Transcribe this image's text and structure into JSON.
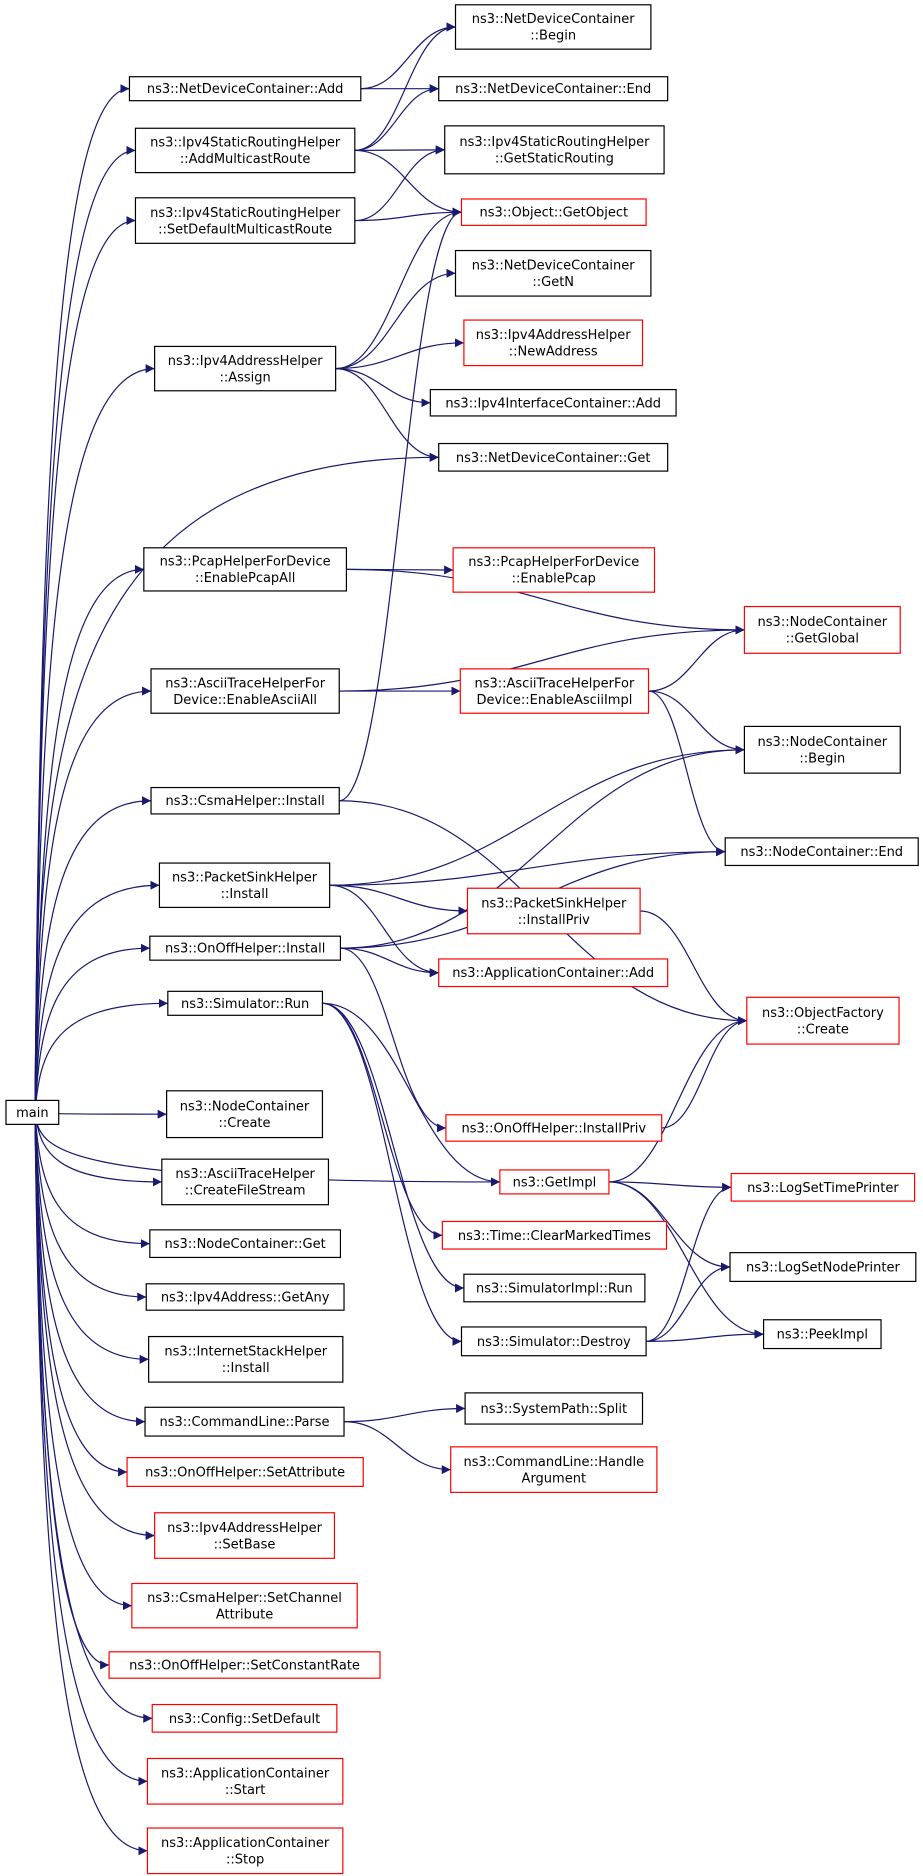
{
  "colors": {
    "edge": "#191970",
    "defined_border": "#000000",
    "external_border": "#ff0000",
    "root_fill": "#bfbfbf"
  },
  "nodes": {
    "main": {
      "lines": [
        "main"
      ],
      "kind": "root"
    },
    "ndc_add": {
      "lines": [
        "ns3::NetDeviceContainer::Add"
      ],
      "kind": "defined"
    },
    "ndc_begin": {
      "lines": [
        "ns3::NetDeviceContainer",
        "::Begin"
      ],
      "kind": "defined"
    },
    "ndc_end": {
      "lines": [
        "ns3::NetDeviceContainer::End"
      ],
      "kind": "defined"
    },
    "isrh_addmc": {
      "lines": [
        "ns3::Ipv4StaticRoutingHelper",
        "::AddMulticastRoute"
      ],
      "kind": "defined"
    },
    "isrh_getsr": {
      "lines": [
        "ns3::Ipv4StaticRoutingHelper",
        "::GetStaticRouting"
      ],
      "kind": "defined"
    },
    "obj_getobj": {
      "lines": [
        "ns3::Object::GetObject"
      ],
      "kind": "external"
    },
    "isrh_setdef": {
      "lines": [
        "ns3::Ipv4StaticRoutingHelper",
        "::SetDefaultMulticastRoute"
      ],
      "kind": "defined"
    },
    "ndc_getn": {
      "lines": [
        "ns3::NetDeviceContainer",
        "::GetN"
      ],
      "kind": "defined"
    },
    "iah_assign": {
      "lines": [
        "ns3::Ipv4AddressHelper",
        "::Assign"
      ],
      "kind": "defined"
    },
    "iah_newaddr": {
      "lines": [
        "ns3::Ipv4AddressHelper",
        "::NewAddress"
      ],
      "kind": "external"
    },
    "iic_add": {
      "lines": [
        "ns3::Ipv4InterfaceContainer::Add"
      ],
      "kind": "defined"
    },
    "ndc_get": {
      "lines": [
        "ns3::NetDeviceContainer::Get"
      ],
      "kind": "defined"
    },
    "phfd_all": {
      "lines": [
        "ns3::PcapHelperForDevice",
        "::EnablePcapAll"
      ],
      "kind": "defined"
    },
    "phfd_pcap": {
      "lines": [
        "ns3::PcapHelperForDevice",
        "::EnablePcap"
      ],
      "kind": "external"
    },
    "nc_global": {
      "lines": [
        "ns3::NodeContainer",
        "::GetGlobal"
      ],
      "kind": "external"
    },
    "athfd_all": {
      "lines": [
        "ns3::AsciiTraceHelperFor",
        "Device::EnableAsciiAll"
      ],
      "kind": "defined"
    },
    "athfd_impl": {
      "lines": [
        "ns3::AsciiTraceHelperFor",
        "Device::EnableAsciiImpl"
      ],
      "kind": "external"
    },
    "nc_begin": {
      "lines": [
        "ns3::NodeContainer",
        "::Begin"
      ],
      "kind": "defined"
    },
    "csma_install": {
      "lines": [
        "ns3::CsmaHelper::Install"
      ],
      "kind": "defined"
    },
    "nc_end": {
      "lines": [
        "ns3::NodeContainer::End"
      ],
      "kind": "defined"
    },
    "psh_install": {
      "lines": [
        "ns3::PacketSinkHelper",
        "::Install"
      ],
      "kind": "defined"
    },
    "psh_priv": {
      "lines": [
        "ns3::PacketSinkHelper",
        "::InstallPriv"
      ],
      "kind": "external"
    },
    "ooh_install": {
      "lines": [
        "ns3::OnOffHelper::Install"
      ],
      "kind": "defined"
    },
    "ac_add": {
      "lines": [
        "ns3::ApplicationContainer::Add"
      ],
      "kind": "external"
    },
    "of_create": {
      "lines": [
        "ns3::ObjectFactory",
        "::Create"
      ],
      "kind": "external"
    },
    "sim_run": {
      "lines": [
        "ns3::Simulator::Run"
      ],
      "kind": "defined"
    },
    "nc_create": {
      "lines": [
        "ns3::NodeContainer",
        "::Create"
      ],
      "kind": "defined"
    },
    "ooh_priv": {
      "lines": [
        "ns3::OnOffHelper::InstallPriv"
      ],
      "kind": "external"
    },
    "ath_cfs": {
      "lines": [
        "ns3::AsciiTraceHelper",
        "::CreateFileStream"
      ],
      "kind": "defined"
    },
    "getimpl": {
      "lines": [
        "ns3::GetImpl"
      ],
      "kind": "external"
    },
    "logtime": {
      "lines": [
        "ns3::LogSetTimePrinter"
      ],
      "kind": "external"
    },
    "nc_get": {
      "lines": [
        "ns3::NodeContainer::Get"
      ],
      "kind": "defined"
    },
    "time_clear": {
      "lines": [
        "ns3::Time::ClearMarkedTimes"
      ],
      "kind": "external"
    },
    "lognode": {
      "lines": [
        "ns3::LogSetNodePrinter"
      ],
      "kind": "defined"
    },
    "ia_getany": {
      "lines": [
        "ns3::Ipv4Address::GetAny"
      ],
      "kind": "defined"
    },
    "simimpl_run": {
      "lines": [
        "ns3::SimulatorImpl::Run"
      ],
      "kind": "defined"
    },
    "peekimpl": {
      "lines": [
        "ns3::PeekImpl"
      ],
      "kind": "defined"
    },
    "ish_install": {
      "lines": [
        "ns3::InternetStackHelper",
        "::Install"
      ],
      "kind": "defined"
    },
    "sim_destroy": {
      "lines": [
        "ns3::Simulator::Destroy"
      ],
      "kind": "defined"
    },
    "cl_parse": {
      "lines": [
        "ns3::CommandLine::Parse"
      ],
      "kind": "defined"
    },
    "sp_split": {
      "lines": [
        "ns3::SystemPath::Split"
      ],
      "kind": "defined"
    },
    "cl_handle": {
      "lines": [
        "ns3::CommandLine::Handle",
        "Argument"
      ],
      "kind": "external"
    },
    "ooh_setattr": {
      "lines": [
        "ns3::OnOffHelper::SetAttribute"
      ],
      "kind": "external"
    },
    "iah_setbase": {
      "lines": [
        "ns3::Ipv4AddressHelper",
        "::SetBase"
      ],
      "kind": "external"
    },
    "csma_setchan": {
      "lines": [
        "ns3::CsmaHelper::SetChannel",
        "Attribute"
      ],
      "kind": "external"
    },
    "ooh_setrate": {
      "lines": [
        "ns3::OnOffHelper::SetConstantRate"
      ],
      "kind": "external"
    },
    "cfg_setdef": {
      "lines": [
        "ns3::Config::SetDefault"
      ],
      "kind": "external"
    },
    "ac_start": {
      "lines": [
        "ns3::ApplicationContainer",
        "::Start"
      ],
      "kind": "external"
    },
    "ac_stop": {
      "lines": [
        "ns3::ApplicationContainer",
        "::Stop"
      ],
      "kind": "external"
    }
  },
  "edges": [
    [
      "main",
      "ndc_add"
    ],
    [
      "main",
      "isrh_addmc"
    ],
    [
      "main",
      "isrh_setdef"
    ],
    [
      "main",
      "iah_assign"
    ],
    [
      "main",
      "ndc_get"
    ],
    [
      "main",
      "phfd_all"
    ],
    [
      "main",
      "athfd_all"
    ],
    [
      "main",
      "csma_install"
    ],
    [
      "main",
      "psh_install"
    ],
    [
      "main",
      "ooh_install"
    ],
    [
      "main",
      "sim_run"
    ],
    [
      "main",
      "nc_create"
    ],
    [
      "main",
      "ath_cfs"
    ],
    [
      "main",
      "getimpl"
    ],
    [
      "main",
      "nc_get"
    ],
    [
      "main",
      "ia_getany"
    ],
    [
      "main",
      "ish_install"
    ],
    [
      "main",
      "cl_parse"
    ],
    [
      "main",
      "ooh_setattr"
    ],
    [
      "main",
      "iah_setbase"
    ],
    [
      "main",
      "csma_setchan"
    ],
    [
      "main",
      "ooh_setrate"
    ],
    [
      "main",
      "cfg_setdef"
    ],
    [
      "main",
      "ac_start"
    ],
    [
      "main",
      "ac_stop"
    ],
    [
      "ndc_add",
      "ndc_begin"
    ],
    [
      "ndc_add",
      "ndc_end"
    ],
    [
      "isrh_addmc",
      "ndc_begin"
    ],
    [
      "isrh_addmc",
      "ndc_end"
    ],
    [
      "isrh_addmc",
      "isrh_getsr"
    ],
    [
      "isrh_addmc",
      "obj_getobj"
    ],
    [
      "isrh_setdef",
      "isrh_getsr"
    ],
    [
      "isrh_setdef",
      "obj_getobj"
    ],
    [
      "iah_assign",
      "obj_getobj"
    ],
    [
      "iah_assign",
      "ndc_getn"
    ],
    [
      "iah_assign",
      "iah_newaddr"
    ],
    [
      "iah_assign",
      "iic_add"
    ],
    [
      "iah_assign",
      "ndc_get"
    ],
    [
      "phfd_all",
      "phfd_pcap"
    ],
    [
      "phfd_all",
      "nc_global"
    ],
    [
      "athfd_all",
      "athfd_impl"
    ],
    [
      "athfd_all",
      "nc_global"
    ],
    [
      "athfd_impl",
      "nc_global"
    ],
    [
      "athfd_impl",
      "nc_begin"
    ],
    [
      "athfd_impl",
      "nc_end"
    ],
    [
      "csma_install",
      "obj_getobj"
    ],
    [
      "csma_install",
      "of_create"
    ],
    [
      "psh_install",
      "nc_begin"
    ],
    [
      "psh_install",
      "nc_end"
    ],
    [
      "psh_install",
      "psh_priv"
    ],
    [
      "psh_install",
      "ac_add"
    ],
    [
      "psh_priv",
      "of_create"
    ],
    [
      "ooh_install",
      "ac_add"
    ],
    [
      "ooh_install",
      "nc_begin"
    ],
    [
      "ooh_install",
      "nc_end"
    ],
    [
      "ooh_install",
      "ooh_priv"
    ],
    [
      "ooh_priv",
      "of_create"
    ],
    [
      "sim_run",
      "getimpl"
    ],
    [
      "sim_run",
      "time_clear"
    ],
    [
      "sim_run",
      "simimpl_run"
    ],
    [
      "sim_run",
      "sim_destroy"
    ],
    [
      "getimpl",
      "of_create"
    ],
    [
      "getimpl",
      "logtime"
    ],
    [
      "getimpl",
      "lognode"
    ],
    [
      "getimpl",
      "peekimpl"
    ],
    [
      "sim_destroy",
      "logtime"
    ],
    [
      "sim_destroy",
      "lognode"
    ],
    [
      "sim_destroy",
      "peekimpl"
    ],
    [
      "cl_parse",
      "sp_split"
    ],
    [
      "cl_parse",
      "cl_handle"
    ]
  ]
}
